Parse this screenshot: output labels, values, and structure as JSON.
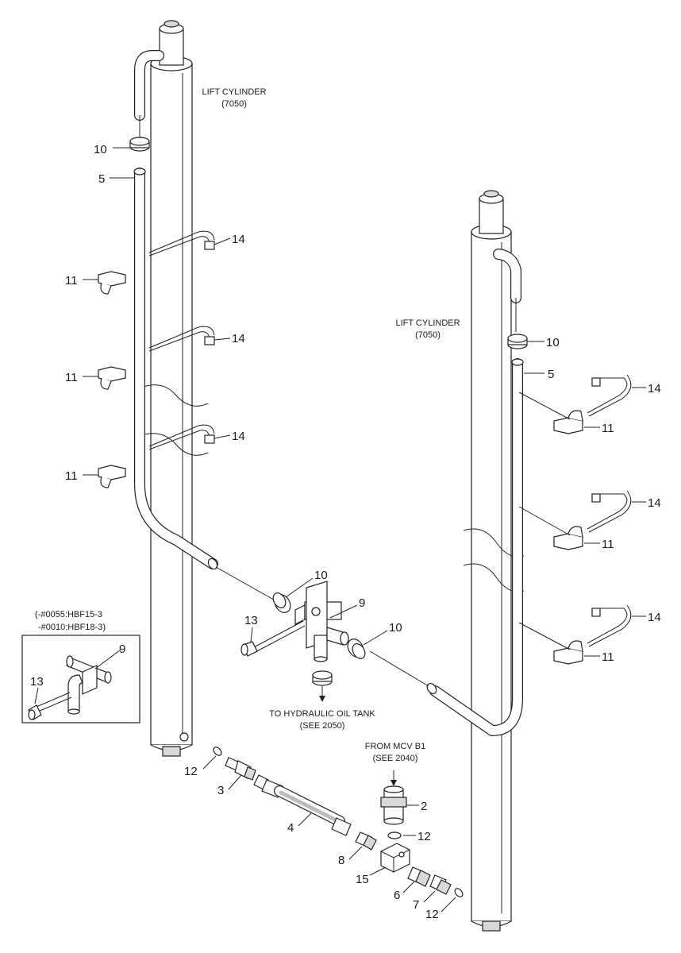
{
  "labels": {
    "cylinder_left": [
      "LIFT CYLINDER",
      "(7050)"
    ],
    "cylinder_right": [
      "LIFT CYLINDER",
      "(7050)"
    ],
    "to_tank": [
      "TO HYDRAULIC OIL TANK",
      "(SEE 2050)"
    ],
    "from_mcv": [
      "FROM MCV B1",
      "(SEE 2040)"
    ],
    "inset": [
      "(-#0055:HBF15-3",
      "-#0010:HBF18-3)"
    ]
  },
  "callouts": {
    "c10_left": "10",
    "c5_left": "5",
    "c14_a": "14",
    "c14_b": "14",
    "c14_c": "14",
    "c11_a": "11",
    "c11_b": "11",
    "c11_c": "11",
    "c10_tee_left": "10",
    "c9_tee": "9",
    "c10_tee_right": "10",
    "c13_tee": "13",
    "c9_inset": "9",
    "c13_inset": "13",
    "c10_right": "10",
    "c5_right": "5",
    "c14_d": "14",
    "c11_d": "11",
    "c14_e": "14",
    "c11_e": "11",
    "c14_f": "14",
    "c11_f": "11",
    "c12_left": "12",
    "c3": "3",
    "c4": "4",
    "c2": "2",
    "c12_mid": "12",
    "c8": "8",
    "c15": "15",
    "c6": "6",
    "c7": "7",
    "c12_right": "12"
  }
}
